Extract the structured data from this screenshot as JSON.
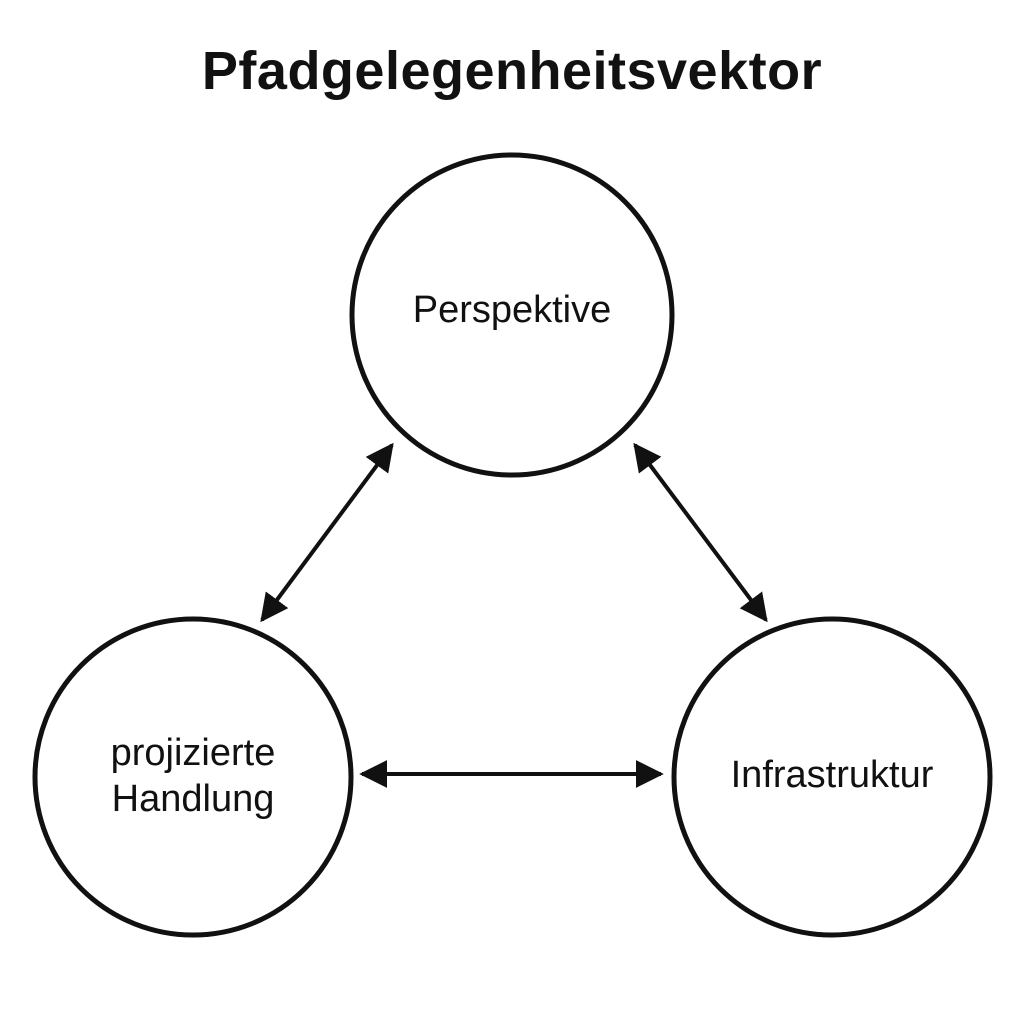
{
  "title": "Pfadgelegenheitsvektor",
  "nodes": {
    "top": "Perspektive",
    "left_line1": "projizierte",
    "left_line2": "Handlung",
    "right": "Infrastruktur"
  },
  "edges": [
    {
      "from": "Perspektive",
      "to": "projizierte Handlung",
      "type": "bidirectional"
    },
    {
      "from": "Perspektive",
      "to": "Infrastruktur",
      "type": "bidirectional"
    },
    {
      "from": "projizierte Handlung",
      "to": "Infrastruktur",
      "type": "bidirectional"
    }
  ],
  "colors": {
    "stroke": "#111111",
    "background": "#ffffff"
  }
}
